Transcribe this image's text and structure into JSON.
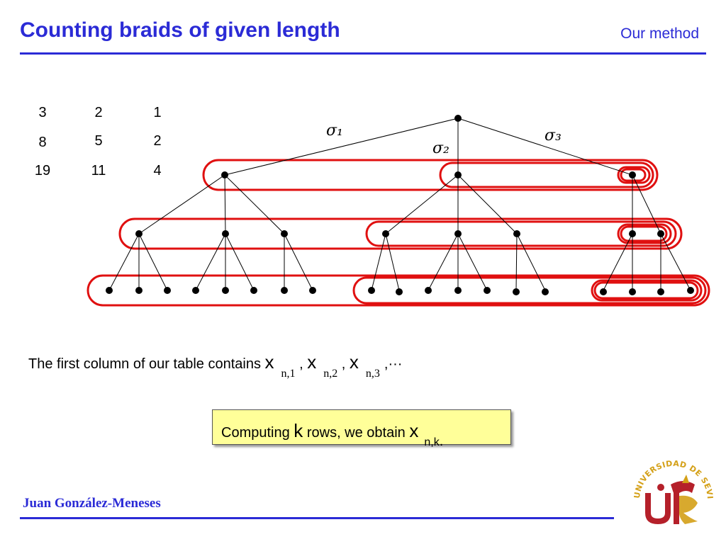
{
  "slide": {
    "title": "Counting braids of given length",
    "section": "Our method",
    "author": "Juan González-Meneses"
  },
  "table": {
    "rows": [
      [
        "3",
        "2",
        "1"
      ],
      [
        "8",
        "5",
        "2"
      ],
      [
        "19",
        "11",
        "4"
      ]
    ]
  },
  "tree": {
    "edge_labels": [
      "σ₁",
      "σ₂",
      "σ₃"
    ]
  },
  "caption": {
    "text": "The first column of our table contains",
    "var": "x",
    "subs": [
      "n,1",
      "n,2",
      "n,3"
    ],
    "sep": ",",
    "ellipsis": ",···"
  },
  "note": {
    "prefix": "Computing",
    "k": "k",
    "middle": "rows, we obtain",
    "var": "x",
    "sub": "n,k",
    "end": "."
  },
  "logo": {
    "text": "UNIVERSIDAD DE SEVILLA",
    "colors": {
      "primary": "#b5202a",
      "secondary": "#d4a017"
    }
  },
  "colors": {
    "accent": "#2b2bd6",
    "highlight": "#e01010",
    "note_bg": "#ffff99"
  }
}
